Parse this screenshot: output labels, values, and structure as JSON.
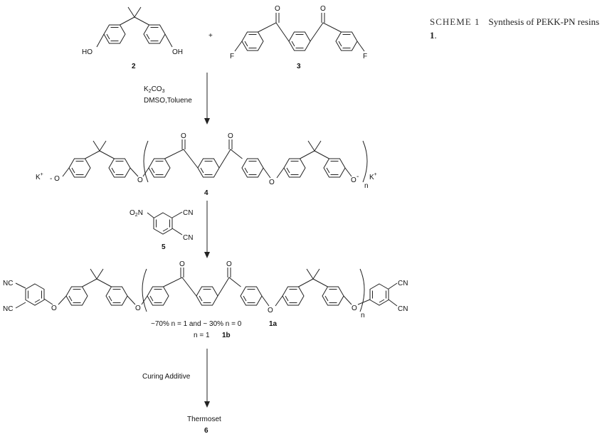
{
  "caption": {
    "label": "SCHEME 1",
    "text": "Synthesis of PEKK-PN resins",
    "compound": "1",
    "end": "."
  },
  "compounds": {
    "c2": {
      "number": "2",
      "left_group": "HO",
      "right_group": "OH"
    },
    "c3": {
      "number": "3",
      "left_group": "F",
      "right_group": "F",
      "plus": "+"
    },
    "c4": {
      "number": "4",
      "left_cation": "K",
      "left_charge": "+",
      "right_cation": "K",
      "right_charge": "+",
      "repeat": "n"
    },
    "c5": {
      "number": "5",
      "nitro": "O",
      "nitro_sub": "2",
      "nitro_N": "N",
      "cn1": "CN",
      "cn2": "CN"
    },
    "c1": {
      "cn_tl": "NC",
      "cn_bl": "NC",
      "cn_tr": "CN",
      "cn_br": "CN",
      "repeat": "n",
      "note_a_text": "~70% n = 1 and ~ 30% n = 0",
      "note_a_label": "1a",
      "note_b_text": "n = 1",
      "note_b_label": "1b"
    },
    "c6": {
      "name": "Thermoset",
      "number": "6"
    }
  },
  "reagents": {
    "step1": {
      "line1_k": "K",
      "line1_k_sub": "2",
      "line1_co": "CO",
      "line1_co_sub": "3",
      "line2": "DMSO,Toluene"
    },
    "step3": {
      "line1": "Curing Additive"
    }
  }
}
